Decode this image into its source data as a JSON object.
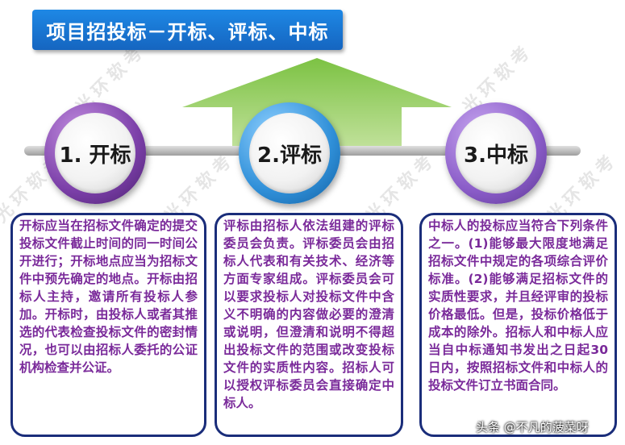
{
  "title": "项目招投标－开标、评标、中标",
  "watermark_text": "光环软考",
  "colors": {
    "title_bg": "#1565c0",
    "arrow": "#8bc34a",
    "box_border": "#1a2d7a",
    "body_text": "#7a2a9a"
  },
  "steps": [
    {
      "label": "1. 开标",
      "description": "开标应当在招标文件确定的提交投标文件截止时间的同一时间公开进行；开标地点应当为招标文件中预先确定的地点。开标由招标人主持，邀请所有投标人参加。开标时，由投标人或者其推选的代表检查投标文件的密封情况，也可以由招标人委托的公证机构检查并公证。"
    },
    {
      "label": "2.评标",
      "description": "评标由招标人依法组建的评标委员会负责。评标委员会由招标人代表和有关技术、经济等方面专家组成。评标委员会可以要求投标人对投标文件中含义不明确的内容做必要的澄清或说明，但澄清和说明不得超出投标文件的范围或改变投标文件的实质性内容。招标人可以授权评标委员会直接确定中标人。"
    },
    {
      "label": "3.中标",
      "description": "中标人的投标应当符合下列条件之一。(1)能够最大限度地满足招标文件中规定的各项综合评价标准。(2)能够满足招标文件的实质性要求，并且经评审的投标价格最低。但是，投标价格低于成本的除外。招标人和中标人应当自中标通知书发出之日起30日内，按照招标文件和中标人的投标文件订立书面合同。"
    }
  ],
  "footer": "头条 @不凡的菠菜呀"
}
